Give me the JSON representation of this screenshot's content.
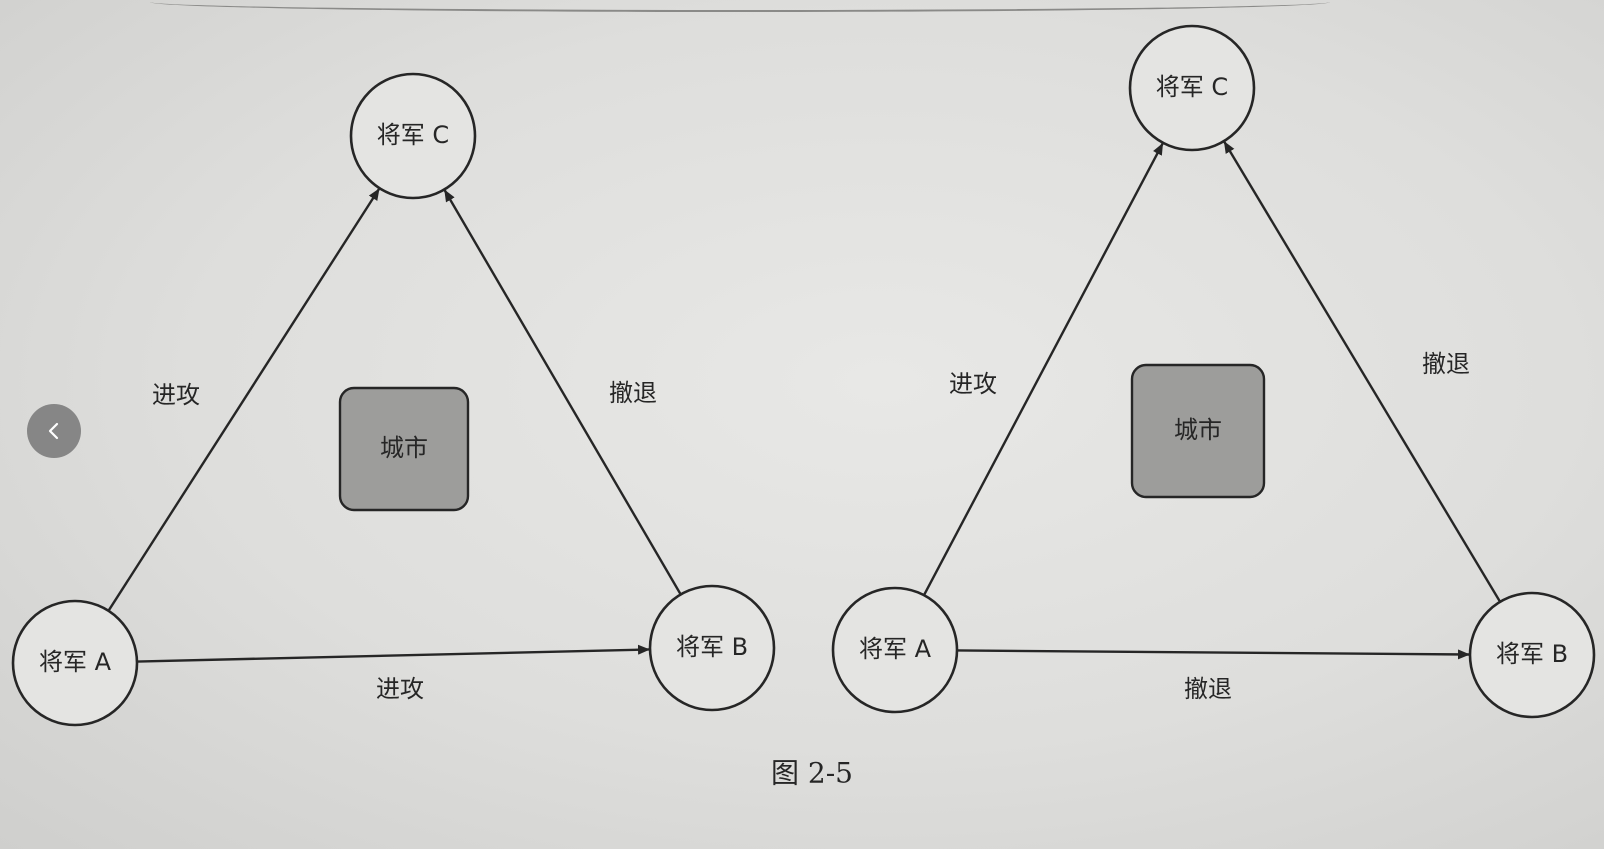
{
  "colors": {
    "stroke": "#262626",
    "city_fill": "#9d9d9b",
    "node_fill": "#e4e4e2",
    "paper": "#dededc"
  },
  "back_button": {
    "icon": "chevron-left-icon"
  },
  "caption": "图 2-5",
  "diagrams": [
    {
      "nodes": [
        {
          "id": "A",
          "label": "将军 A"
        },
        {
          "id": "B",
          "label": "将军 B"
        },
        {
          "id": "C",
          "label": "将军 C"
        }
      ],
      "city": {
        "label": "城市"
      },
      "edges": [
        {
          "from": "A",
          "to": "C",
          "label": "进攻"
        },
        {
          "from": "B",
          "to": "C",
          "label": "撤退"
        },
        {
          "from": "A",
          "to": "B",
          "label": "进攻"
        }
      ]
    },
    {
      "nodes": [
        {
          "id": "A",
          "label": "将军 A"
        },
        {
          "id": "B",
          "label": "将军 B"
        },
        {
          "id": "C",
          "label": "将军 C"
        }
      ],
      "city": {
        "label": "城市"
      },
      "edges": [
        {
          "from": "A",
          "to": "C",
          "label": "进攻"
        },
        {
          "from": "B",
          "to": "C",
          "label": "撤退"
        },
        {
          "from": "A",
          "to": "B",
          "label": "撤退"
        }
      ]
    }
  ]
}
